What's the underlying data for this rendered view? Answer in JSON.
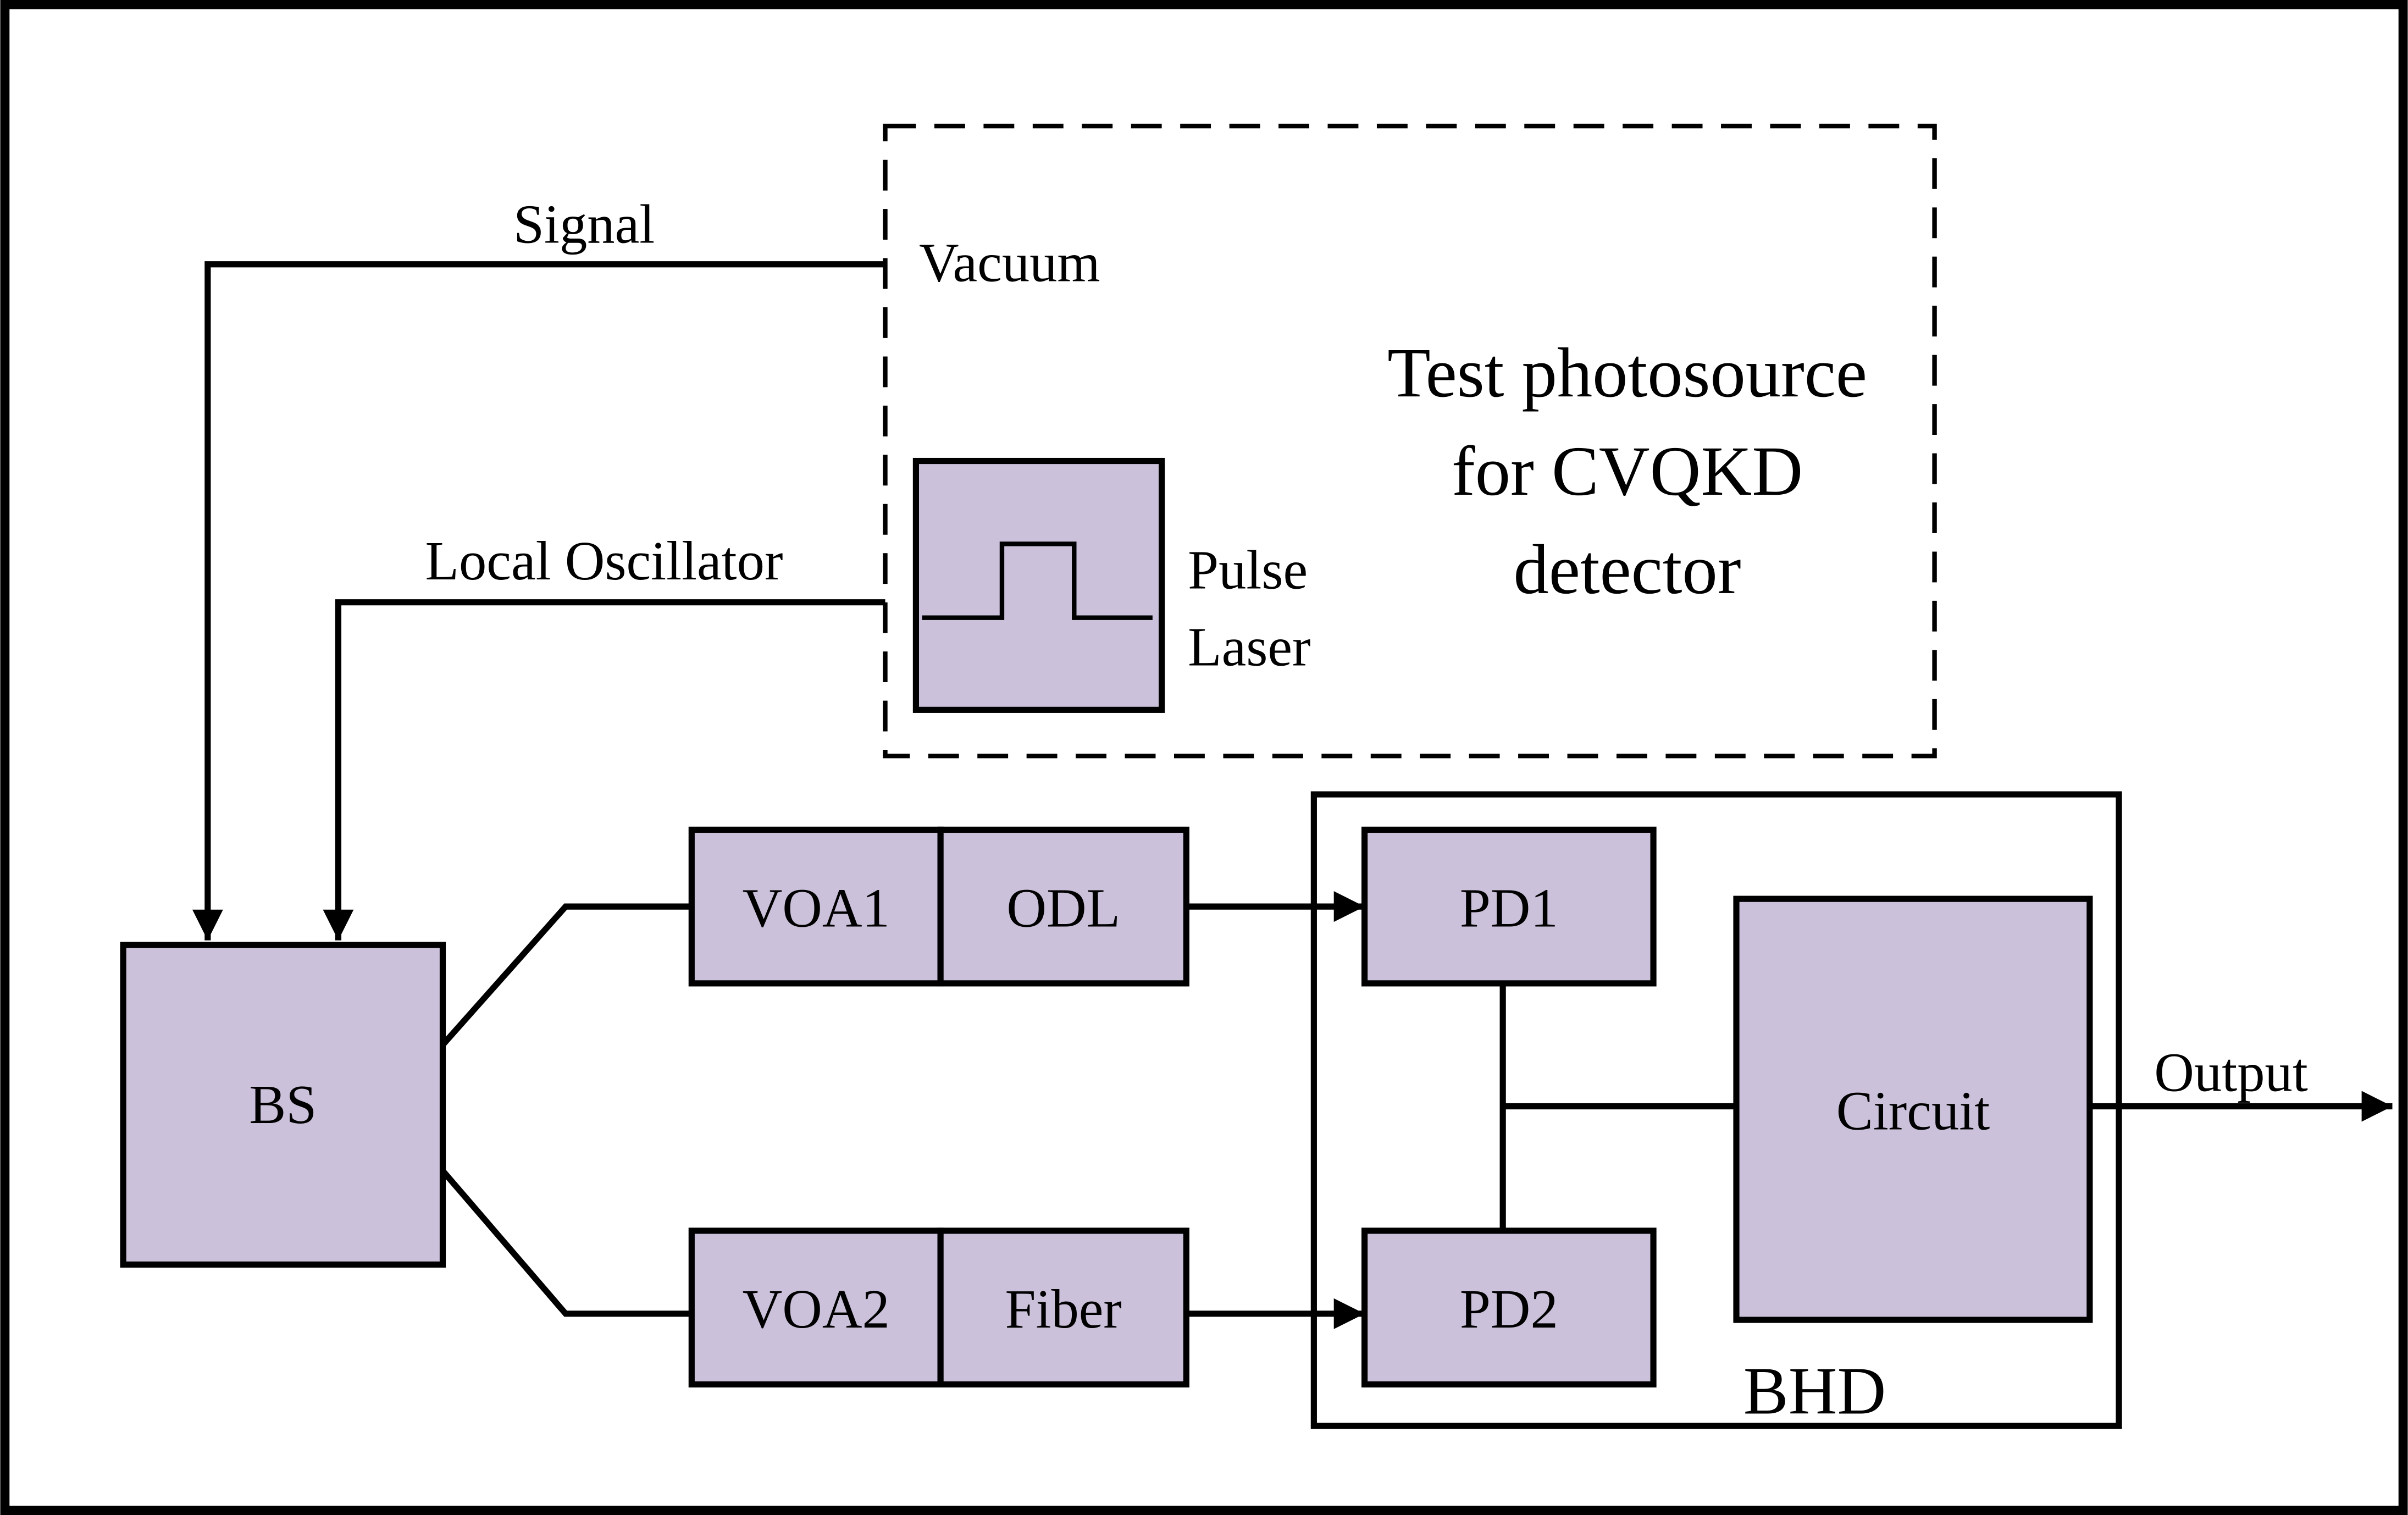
{
  "colors": {
    "box_fill": "#ccc1da",
    "stroke": "#000000",
    "background": "#ffffff"
  },
  "photosource": {
    "title_lines": [
      "Test photosource",
      "for CVQKD",
      "detector"
    ],
    "vacuum_label": "Vacuum",
    "laser_label_lines": [
      "Pulse",
      "Laser"
    ]
  },
  "paths": {
    "signal_label": "Signal",
    "lo_label": "Local Oscillator"
  },
  "blocks": {
    "bs": "BS",
    "voa1": "VOA1",
    "odl": "ODL",
    "voa2": "VOA2",
    "fiber": "Fiber"
  },
  "bhd": {
    "label": "BHD",
    "pd1": "PD1",
    "pd2": "PD2",
    "circuit": "Circuit",
    "output_label": "Output"
  }
}
